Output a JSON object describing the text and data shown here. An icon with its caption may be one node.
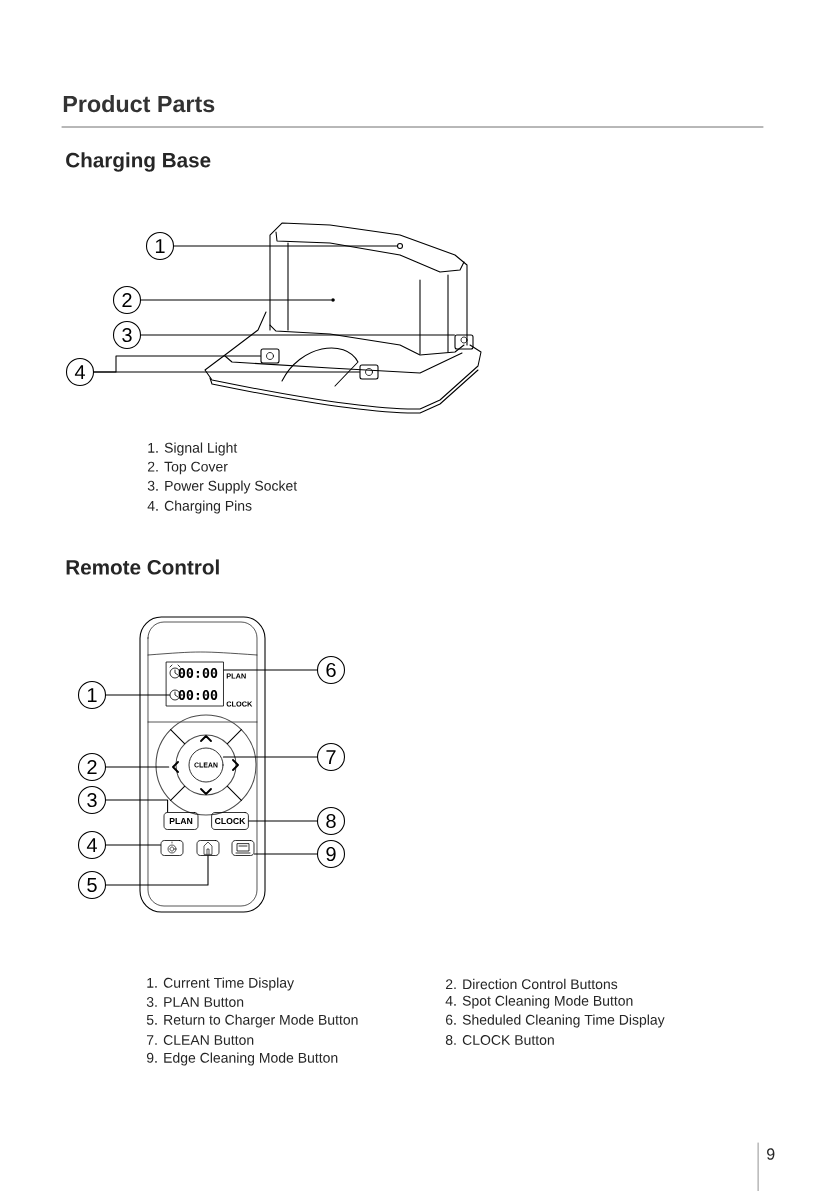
{
  "diagram": {
    "title": "Product Parts",
    "nodes": [
      {
        "text": [
          "1"
        ]
      },
      {
        "text": [
          "2"
        ]
      },
      {
        "text": [
          "3"
        ]
      },
      {
        "text": [
          "4"
        ]
      },
      {
        "text": [
          "1"
        ]
      },
      {
        "text": [
          "2"
        ]
      },
      {
        "text": [
          "3"
        ]
      },
      {
        "text": [
          "4"
        ]
      },
      {
        "text": [
          "5"
        ]
      },
      {
        "text": [
          "6"
        ]
      },
      {
        "text": [
          "7"
        ]
      },
      {
        "text": [
          "8"
        ]
      },
      {
        "text": [
          "9"
        ]
      },
      {
        "text": [
          "00:00",
          "00:00"
        ],
        "beside": [
          "PLAN",
          "CLOCK"
        ]
      },
      {
        "text": [],
        "shape": "segment"
      },
      {
        "text": [
          "CLEAN"
        ]
      },
      {
        "text": [
          "PLAN"
        ]
      },
      {
        "text": [
          "CLOCK"
        ]
      },
      {
        "text": [],
        "shape": "button"
      },
      {
        "text": [],
        "shape": "button"
      },
      {
        "text": [],
        "shape": "button"
      },
      {
        "text": [],
        "shape": "circle"
      },
      {
        "text": [],
        "shape": "dot"
      },
      {
        "text": [],
        "shape": "box"
      },
      {
        "text": [],
        "shape": "box"
      },
      {
        "text": [],
        "shape": "box"
      },
      {
        "text": [],
        "shape": "clock",
        "in": 13
      }
    ],
    "edges": [
      {
        "from": 0,
        "to": 21,
        "arrow": "none"
      },
      {
        "from": 1,
        "to": 22,
        "arrow": "none"
      },
      {
        "from": 2,
        "to": 23,
        "arrow": "none"
      },
      {
        "from": 3,
        "to": 24,
        "arrow": "none"
      },
      {
        "from": 3,
        "to": 25,
        "arrow": "none"
      },
      {
        "from": 4,
        "to": 26,
        "arrow": "none"
      },
      {
        "from": 5,
        "to": 14,
        "arrow": "none"
      },
      {
        "from": 6,
        "to": 16,
        "arrow": "none"
      },
      {
        "from": 7,
        "to": 18,
        "arrow": "none"
      },
      {
        "from": 8,
        "to": 19,
        "arrow": "none"
      },
      {
        "from": 9,
        "to": 13,
        "arrow": "none"
      },
      {
        "from": 10,
        "to": 15,
        "arrow": "none"
      },
      {
        "from": 11,
        "to": 17,
        "arrow": "none"
      },
      {
        "from": 12,
        "to": 20,
        "arrow": "none"
      }
    ],
    "labels": [
      "Charging Base",
      "1. Signal Light",
      "2. Top Cover",
      "3. Power Supply Socket",
      "4. Charging Pins",
      "Remote Control",
      "1. Current Time Display",
      "2. Direction Control Buttons",
      "3. PLAN Button",
      "4. Spot Cleaning Mode Button",
      "5. Return to Charger Mode Button",
      "6. Sheduled Cleaning Time Display",
      "7. CLEAN Button",
      "8. CLOCK Button",
      "9. Edge Cleaning Mode Button",
      "9"
    ]
  }
}
